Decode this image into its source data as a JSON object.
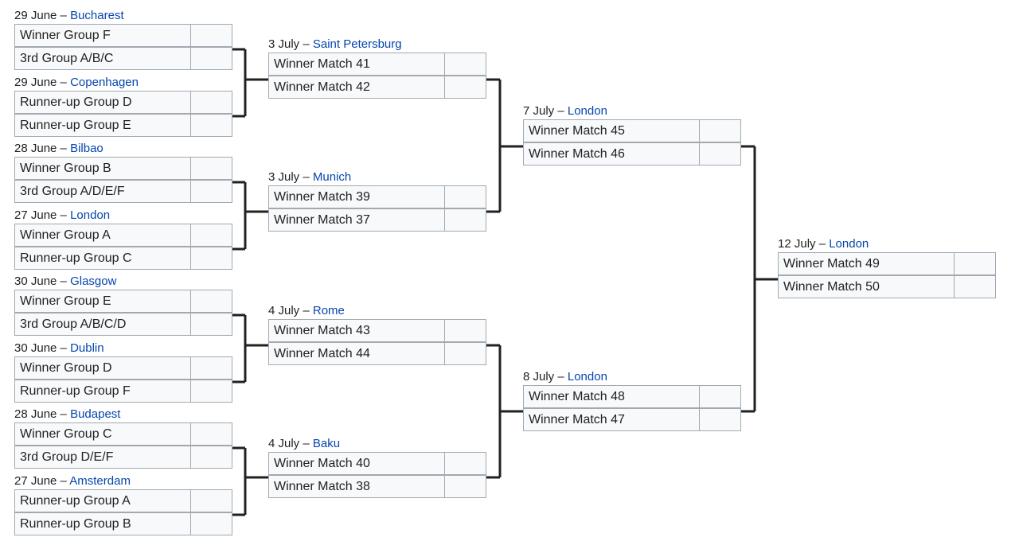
{
  "round_of_16": [
    {
      "date": "29 June",
      "venue": "Bucharest",
      "team1": "Winner Group F",
      "team2": "3rd Group A/B/C"
    },
    {
      "date": "29 June",
      "venue": "Copenhagen",
      "team1": "Runner-up Group D",
      "team2": "Runner-up Group E"
    },
    {
      "date": "28 June",
      "venue": "Bilbao",
      "team1": "Winner Group B",
      "team2": "3rd Group A/D/E/F"
    },
    {
      "date": "27 June",
      "venue": "London",
      "team1": "Winner Group A",
      "team2": "Runner-up Group C"
    },
    {
      "date": "30 June",
      "venue": "Glasgow",
      "team1": "Winner Group E",
      "team2": "3rd Group A/B/C/D"
    },
    {
      "date": "30 June",
      "venue": "Dublin",
      "team1": "Winner Group D",
      "team2": "Runner-up Group F"
    },
    {
      "date": "28 June",
      "venue": "Budapest",
      "team1": "Winner Group C",
      "team2": "3rd Group D/E/F"
    },
    {
      "date": "27 June",
      "venue": "Amsterdam",
      "team1": "Runner-up Group A",
      "team2": "Runner-up Group B"
    }
  ],
  "quarter_finals": [
    {
      "date": "3 July",
      "venue": "Saint Petersburg",
      "team1": "Winner Match 41",
      "team2": "Winner Match 42"
    },
    {
      "date": "3 July",
      "venue": "Munich",
      "team1": "Winner Match 39",
      "team2": "Winner Match 37"
    },
    {
      "date": "4 July",
      "venue": "Rome",
      "team1": "Winner Match 43",
      "team2": "Winner Match 44"
    },
    {
      "date": "4 July",
      "venue": "Baku",
      "team1": "Winner Match 40",
      "team2": "Winner Match 38"
    }
  ],
  "semi_finals": [
    {
      "date": "7 July",
      "venue": "London",
      "team1": "Winner Match 45",
      "team2": "Winner Match 46"
    },
    {
      "date": "8 July",
      "venue": "London",
      "team1": "Winner Match 48",
      "team2": "Winner Match 47"
    }
  ],
  "final": [
    {
      "date": "12 July",
      "venue": "London",
      "team1": "Winner Match 49",
      "team2": "Winner Match 50"
    }
  ],
  "separator": " – ",
  "colors": {
    "link": "#0645ad",
    "box_border": "#a2a9b1",
    "box_fill": "#f8f9fa",
    "line": "#202122"
  }
}
